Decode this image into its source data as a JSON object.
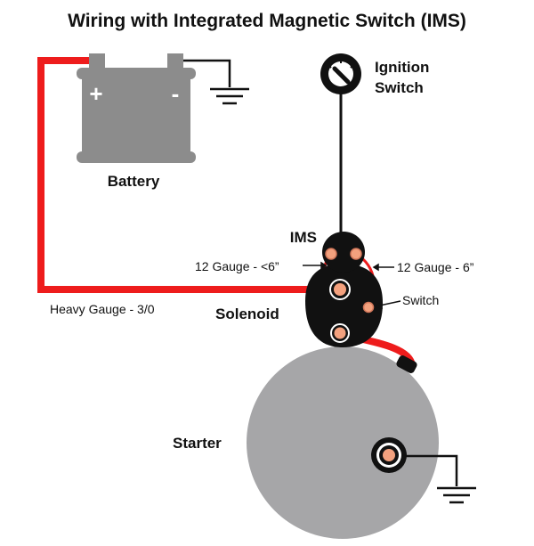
{
  "title": "Wiring with Integrated Magnetic Switch (IMS)",
  "labels": {
    "ignition_line1": "Ignition",
    "ignition_line2": "Switch",
    "battery": "Battery",
    "battery_plus": "+",
    "battery_minus": "-",
    "ims": "IMS",
    "gauge_left": "12 Gauge - <6”",
    "gauge_right": "12 Gauge - 6”",
    "switch": "Switch",
    "heavy_gauge": "Heavy Gauge - 3/0",
    "solenoid": "Solenoid",
    "starter": "Starter"
  },
  "colors": {
    "wire_red": "#ee1c1c",
    "wire_black": "#111111",
    "battery_gray": "#8c8c8c",
    "starter_gray": "#a6a6a8",
    "terminal_orange": "#f3a17e",
    "background": "#ffffff"
  }
}
